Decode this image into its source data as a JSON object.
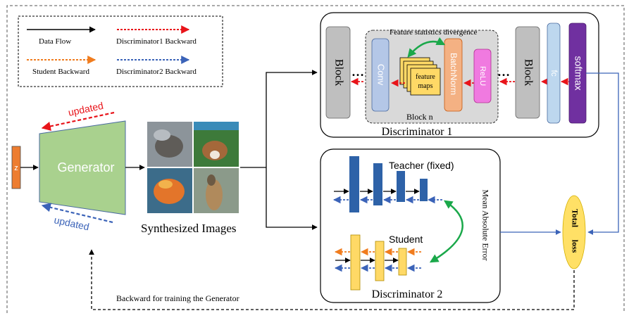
{
  "legend": {
    "data_flow": "Data Flow",
    "disc1_backward": "Discriminator1 Backward",
    "student_backward": "Student Backward",
    "disc2_backward": "Discriminator2 Backward"
  },
  "generator": {
    "z_label": "z",
    "label": "Generator",
    "updated_top": "updated",
    "updated_bottom": "updated"
  },
  "synth_label": "Synthesized Images",
  "disc1": {
    "title": "Discriminator 1",
    "block_left": "Block",
    "conv": "Conv",
    "feature_maps_line1": "feature",
    "feature_maps_line2": "maps",
    "batchnorm": "BatchNorm",
    "relu": "ReLU",
    "block_n": "Block n",
    "fsd": "Feature statistics divergence",
    "block_right": "Block",
    "fc": "fc",
    "softmax": "softmax"
  },
  "disc2": {
    "title": "Discriminator 2",
    "teacher": "Teacher (fixed)",
    "student": "Student",
    "mae": "Mean Absolute Error"
  },
  "total_loss": {
    "line1": "Total",
    "line2": "loss"
  },
  "backward_gen": "Backward for training the Generator",
  "colors": {
    "red": "#e8141a",
    "orange": "#f07c1e",
    "blue": "#3b63b8",
    "generator": "#a9d18e",
    "teacher": "#2e62a8",
    "student": "#ffd966",
    "green_arrow": "#1aa84a",
    "softmax": "#7030a0",
    "fc": "#bdd7ee",
    "conv": "#b4c7e7",
    "batchnorm": "#f4b183",
    "relu": "#f07ae0",
    "block": "#bfbfbf",
    "total_loss": "#ffe066"
  }
}
